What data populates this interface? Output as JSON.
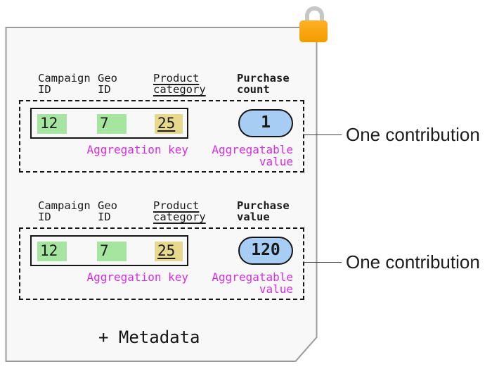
{
  "colors": {
    "document_fill": "#f8f8f8",
    "document_border": "#9b9b9b",
    "green": "#a6e59f",
    "yellow": "#e6d98d",
    "blue": "#a7cdf5",
    "magenta": "#d62ce6",
    "lock_orange_top": "#ffb125",
    "lock_orange_bottom": "#f29b00",
    "lock_shackle": "#c6c6c6",
    "ink": "#1a1a1a"
  },
  "icons": {
    "lock": "lock-icon"
  },
  "footer": "+ Metadata",
  "sections": [
    {
      "columns": [
        {
          "line1": "Campaign",
          "line2": "ID"
        },
        {
          "line1": "Geo",
          "line2": "ID"
        },
        {
          "line1": "Product",
          "line2": "category"
        },
        {
          "line1": "Purchase",
          "line2": "count"
        }
      ],
      "key_cells": [
        "12",
        "7",
        "25"
      ],
      "key_label": "Aggregation key",
      "value_label": "Aggregatable\nvalue",
      "value": "1",
      "annotation": "One contribution"
    },
    {
      "columns": [
        {
          "line1": "Campaign",
          "line2": "ID"
        },
        {
          "line1": "Geo",
          "line2": "ID"
        },
        {
          "line1": "Product",
          "line2": "category"
        },
        {
          "line1": "Purchase",
          "line2": "value"
        }
      ],
      "key_cells": [
        "12",
        "7",
        "25"
      ],
      "key_label": "Aggregation key",
      "value_label": "Aggregatable\nvalue",
      "value": "120",
      "annotation": "One contribution"
    }
  ]
}
